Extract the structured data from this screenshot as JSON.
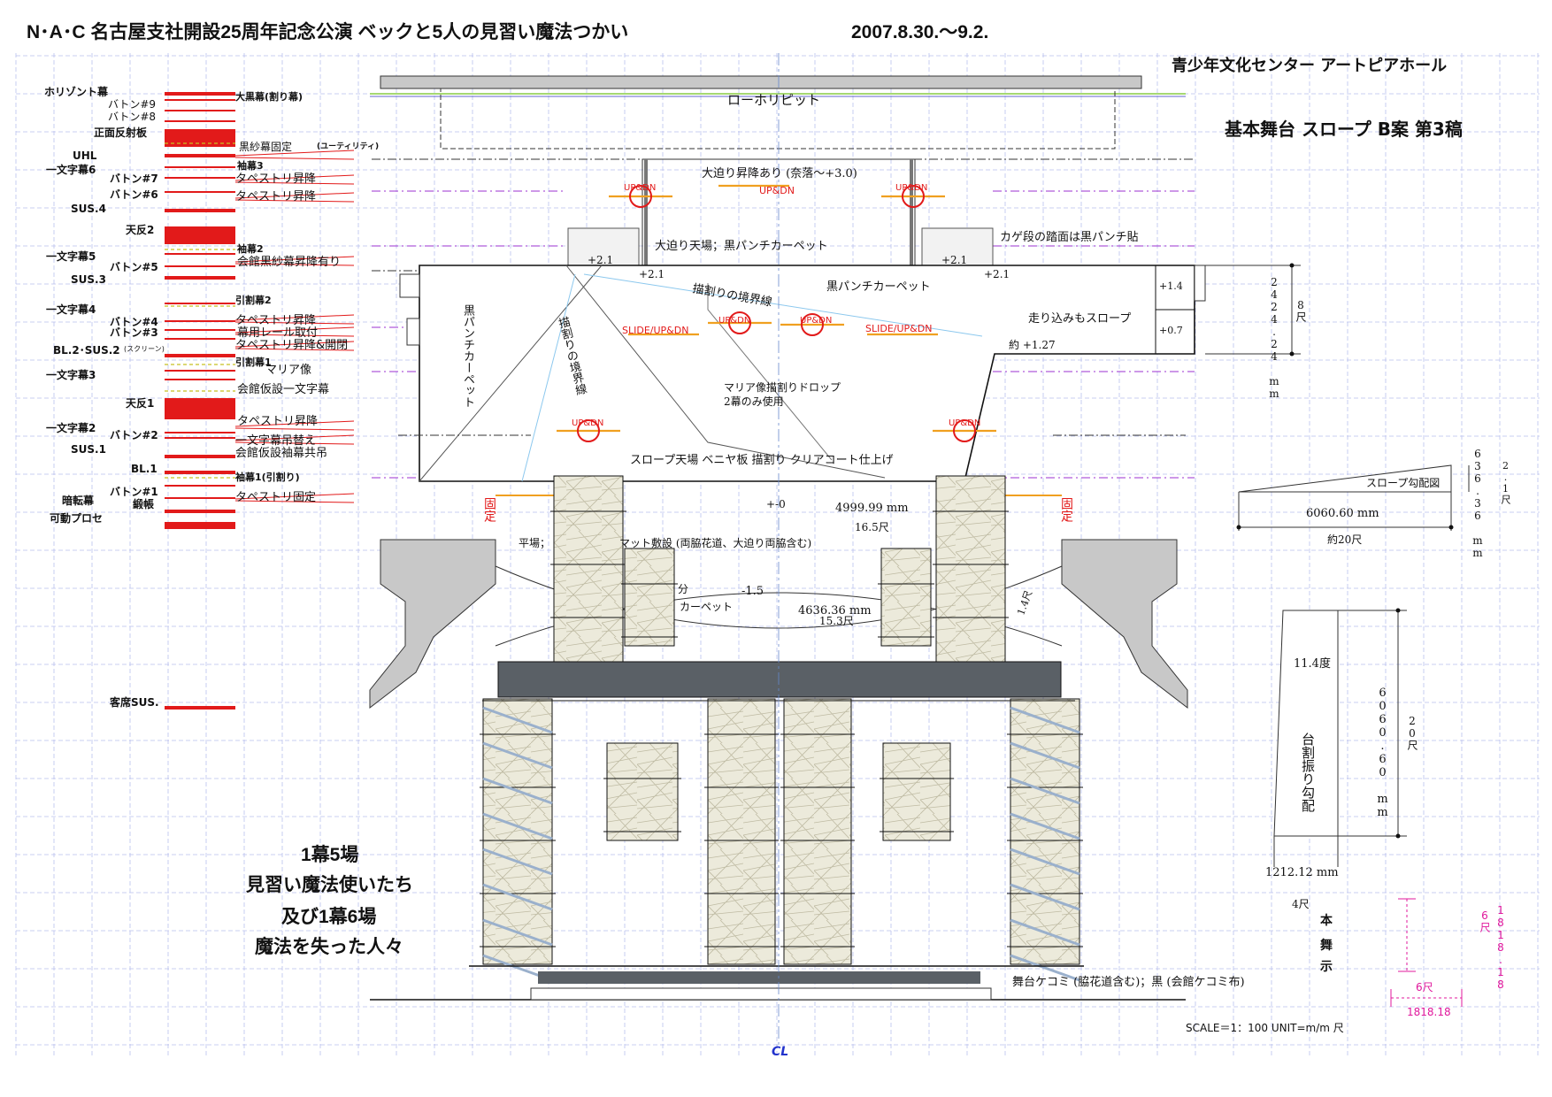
{
  "header": {
    "title": "N･A･C  名古屋支社開設25周年記念公演  ベックと5人の見習い魔法つかい",
    "dates": "2007.8.30.～9.2.",
    "venue": "青少年文化センター  アートピアホール",
    "plan": "基本舞台  スロープ  B案  第3稿"
  },
  "fly_left": [
    "ホリゾント幕",
    "バトン#9",
    "バトン#8",
    "正面反射板",
    "UHL",
    "一文字幕6",
    "バトン#7",
    "バトン#6",
    "SUS.4",
    "天反2",
    "一文字幕5",
    "バトン#5",
    "SUS.3",
    "一文字幕4",
    "バトン#4",
    "バトン#3",
    "BL.2･SUS.2",
    "(スクリーン)",
    "一文字幕3",
    "天反1",
    "一文字幕2",
    "バトン#2",
    "SUS.1",
    "BL.1",
    "暗転幕",
    "バトン#1",
    "緞帳",
    "可動プロセ",
    "客席SUS."
  ],
  "fly_right": [
    "大黒幕(割り幕)",
    "黒紗幕固定",
    "(ユーティリティ)",
    "袖幕3",
    "タペストリ昇降",
    "タペストリ昇降",
    "袖幕2",
    "会館黒紗幕昇降有り",
    "引割幕2",
    "タペストリ昇降",
    "幕用レール取付",
    "タペストリ昇降&開閉",
    "引割幕1",
    "マリア像",
    "会館仮設一文字幕",
    "タペストリ昇降",
    "一文字幕吊替え",
    "会館仮設袖幕共吊",
    "袖幕1(引割り)",
    "タペストリ固定"
  ],
  "stage": {
    "pit": "ローホリピット",
    "lift": "大迫り昇降あり (奈落～+3.0)",
    "updn": "UP&DN",
    "lift_top": "大迫り天場；黒パンチカーペット",
    "kage": "カゲ段の踏面は黒パンチ貼",
    "carpet": "黒パンチカーペット",
    "carpet_v": "黒パンチカーペット",
    "boundary": "描割りの境界線",
    "boundary_v": "描割りの境界線",
    "slide": "SLIDE/UP&DN",
    "runin": "走り込みもスロープ",
    "approx": "約 +1.27",
    "plus14": "+1.4",
    "plus07": "+0.7",
    "plus21": "+2.1",
    "maria": "マリア像描割りドロップ",
    "maria2": "2幕のみ使用",
    "slope": "スロープ天場  ベニヤ板  描割り  クリアコート仕上げ",
    "fixed": "固定",
    "zero": "+-0",
    "w1": "4999.99 mm",
    "w1s": "16.5尺",
    "flat": "平場；",
    "mat": "マット敷設 (両脇花道、大迫り両脇含む)",
    "bun": "分",
    "carpet2": "カーペット",
    "m15": "-1.5",
    "w2": "4636.36 mm",
    "w2s": "15.3尺",
    "s14": "1.4尺",
    "kecomi": "舞台ケコミ (脇花道含む)；黒 (会館ケコミ布)",
    "cl": "CL"
  },
  "dims": {
    "h1": "2424.24 mm",
    "h1s": "8尺",
    "slope_title": "スロープ勾配図",
    "slope_w": "6060.60 mm",
    "slope_ws": "約20尺",
    "slope_h": "636.36 mm",
    "slope_hs": "2.1尺",
    "angle": "11.4度",
    "stand_v": "台割振り勾配",
    "tall": "6060.60 mm",
    "tall_s": "20尺",
    "base": "1212.12 mm",
    "base_s": "4尺",
    "hon": "本",
    "ji": "舞",
    "shi": "示",
    "six": "6尺",
    "six_v": "1818.18",
    "six2": "6尺",
    "six2_v": "1818.18",
    "scale": "SCALE＝1：100    UNIT=m/m 尺"
  },
  "scene": [
    "1幕5場",
    "見習い魔法使いたち",
    "及び1幕6場",
    "魔法を失った人々"
  ],
  "colors": {
    "grid": "#b9c0ee",
    "red": "#e21a1a",
    "orange": "#f0a020",
    "pink": "#e0189c",
    "purple": "#9b30d0",
    "gray": "#c8c8c8",
    "panel": "#eceadb",
    "dark": "#555b60"
  }
}
